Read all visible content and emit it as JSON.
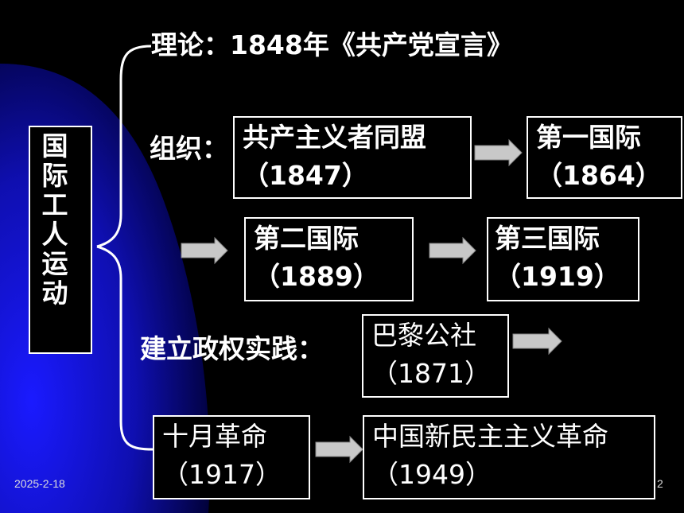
{
  "colors": {
    "background": "#000000",
    "blue_gradient_start": "#1a1aff",
    "blue_gradient_end": "#000033",
    "line": "#ffffff",
    "arrow": "#c8c8c8"
  },
  "root_label": "国际工人运动",
  "theory_line": "理论：1848年《共产党宣言》",
  "org_label": "组织：",
  "practice_label": "建立政权实践：",
  "boxes": {
    "communist_league": {
      "name": "共产主义者同盟",
      "year": "（1847）"
    },
    "first_international": {
      "name": "第一国际",
      "year": "（1864）"
    },
    "second_international": {
      "name": "第二国际",
      "year": "（1889）"
    },
    "third_international": {
      "name": "第三国际",
      "year": "（1919）"
    },
    "paris_commune": {
      "name": "巴黎公社",
      "year": "（1871）"
    },
    "october_revolution": {
      "name": "十月革命",
      "year": "（1917）"
    },
    "china_new_democratic": {
      "name": "中国新民主主义革命",
      "year": "（1949）"
    }
  },
  "footer": {
    "date": "2025-2-18",
    "page": "2"
  }
}
